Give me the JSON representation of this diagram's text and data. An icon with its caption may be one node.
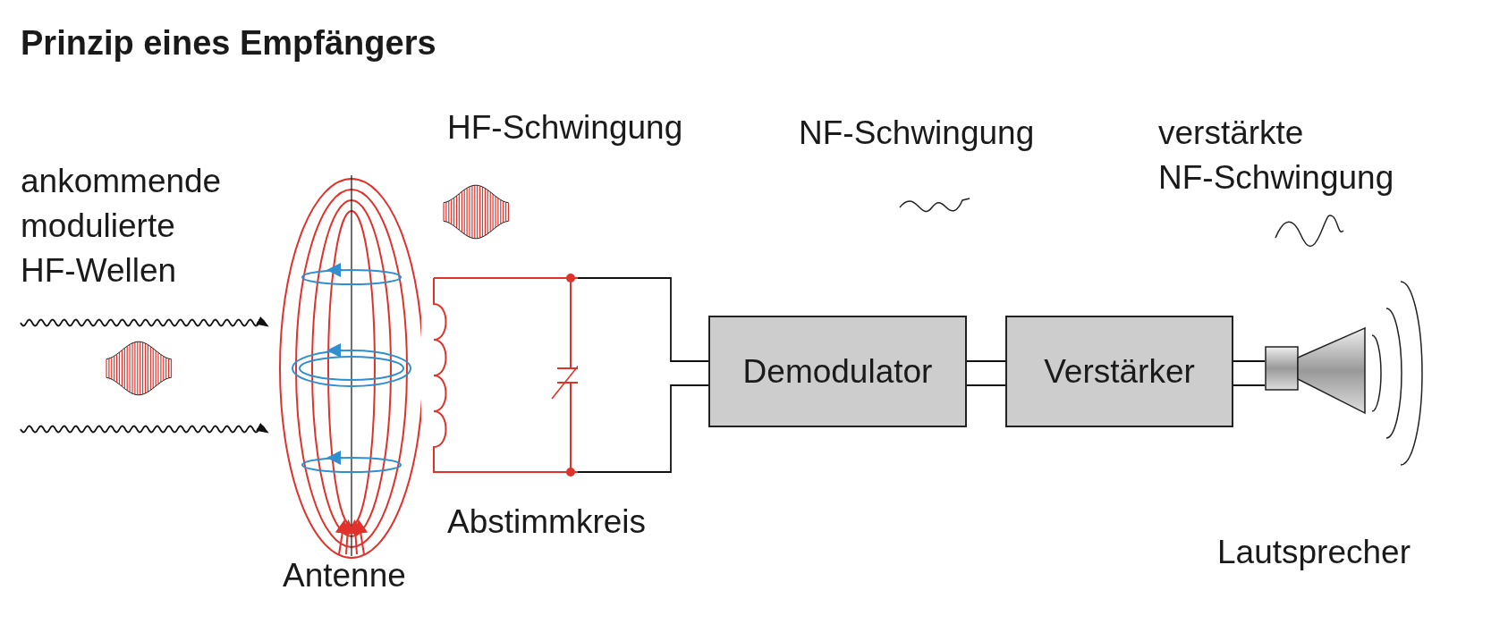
{
  "diagram": {
    "title": "Prinzip eines Empfängers",
    "nodes": [
      {
        "text": [],
        "shape": "picture",
        "beside": [
          "Antenne"
        ]
      },
      {
        "text": [],
        "shape": "picture",
        "beside": [
          "Abstimmkreis"
        ]
      },
      {
        "text": [
          "Demodulator"
        ]
      },
      {
        "text": [
          "Verstärker"
        ]
      },
      {
        "text": [],
        "shape": "picture",
        "beside": [
          "Lautsprecher"
        ]
      }
    ],
    "edges": [
      {
        "from": null,
        "to": 0,
        "arrow": "to"
      },
      {
        "from": null,
        "to": 0,
        "arrow": "to"
      },
      {
        "from": 1,
        "to": 2,
        "arrow": "none"
      },
      {
        "from": 1,
        "to": 2,
        "arrow": "none"
      },
      {
        "from": 2,
        "to": 3,
        "arrow": "none"
      },
      {
        "from": 2,
        "to": 3,
        "arrow": "none"
      },
      {
        "from": 3,
        "to": 4,
        "arrow": "none"
      },
      {
        "from": 3,
        "to": 4,
        "arrow": "none"
      }
    ],
    "labels": [
      "ankommende modulierte HF-Wellen",
      "HF-Schwingung",
      "NF-Schwingung",
      "verstärkte NF-Schwingung"
    ]
  }
}
